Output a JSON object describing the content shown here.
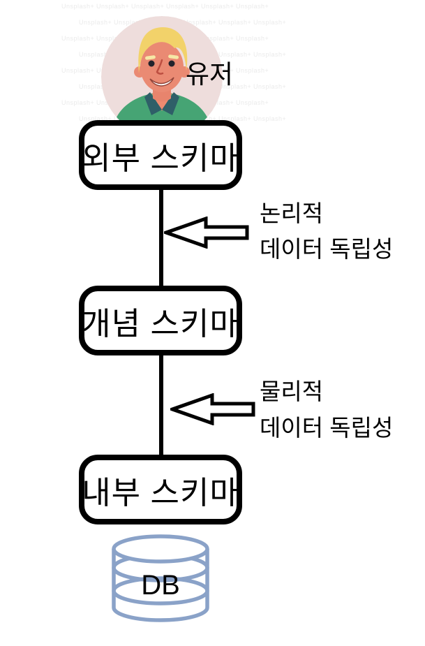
{
  "avatar": {
    "label": "유저"
  },
  "watermark": {
    "text": "Unsplash+"
  },
  "boxes": [
    {
      "label": "외부 스키마"
    },
    {
      "label": "개념 스키마"
    },
    {
      "label": "내부 스키마"
    }
  ],
  "annotations": [
    {
      "line1": "논리적",
      "line2": "데이터 독립성"
    },
    {
      "line1": "물리적",
      "line2": "데이터 독립성"
    }
  ],
  "database": {
    "label": "DB"
  },
  "colors": {
    "line": "#000000",
    "box_border": "#000000",
    "box_fill": "#ffffff",
    "cylinder_stroke": "#8aa2c8",
    "avatar_background": "#eedddc",
    "avatar_hair": "#f2d26a",
    "avatar_skin": "#ea8a73",
    "avatar_jacket": "#46a474",
    "avatar_lapel": "#2f5f68",
    "text": "#000000"
  }
}
